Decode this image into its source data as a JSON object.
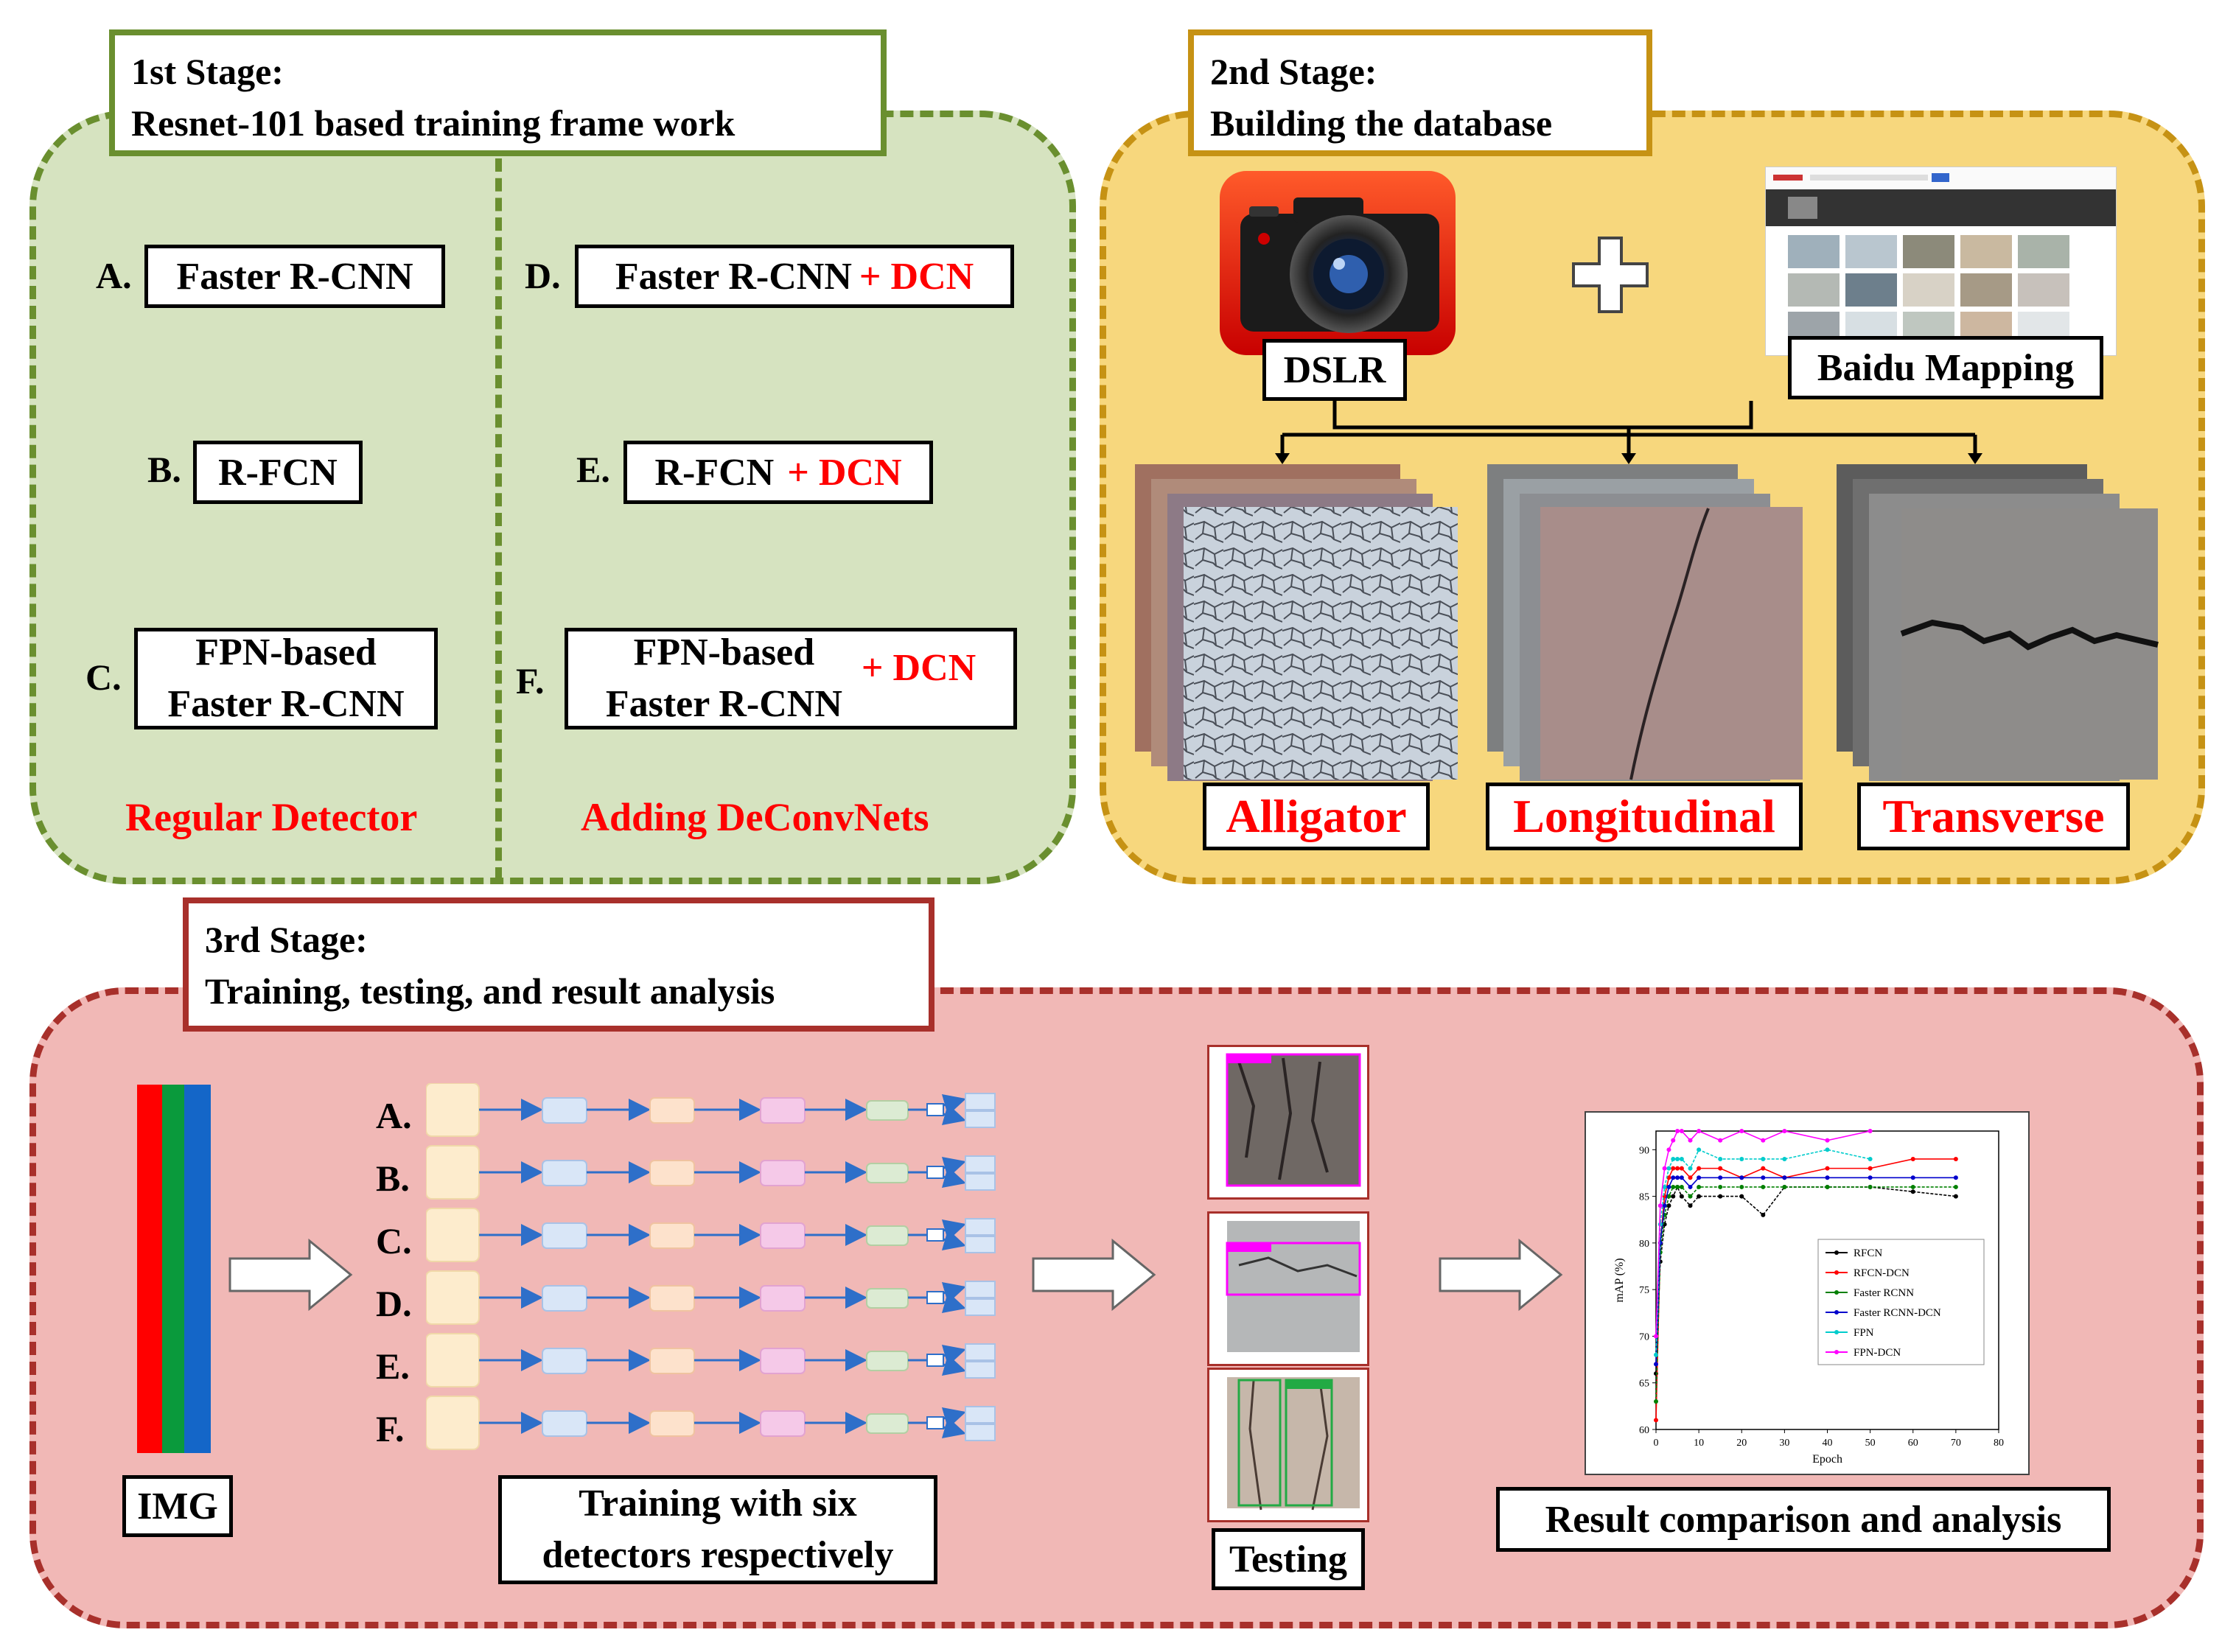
{
  "stage1": {
    "title_line1": "1st Stage:",
    "title_line2": "Resnet-101 based  training frame work",
    "left_caption": "Regular Detector",
    "right_caption": "Adding DeConvNets",
    "detectors": [
      {
        "letter": "A.",
        "name": "Faster R-CNN"
      },
      {
        "letter": "B.",
        "name": "R-FCN"
      },
      {
        "letter": "C.",
        "name_line1": "FPN-based",
        "name_line2": "Faster R-CNN"
      },
      {
        "letter": "D.",
        "name": "Faster R-CNN",
        "suffix": "+ DCN"
      },
      {
        "letter": "E.",
        "name": "R-FCN",
        "suffix": "+ DCN"
      },
      {
        "letter": "F.",
        "name_line1": "FPN-based",
        "name_line2": "Faster R-CNN",
        "suffix": "+ DCN"
      }
    ],
    "border_color": "#6a8f2f",
    "fill_color": "#d6e3c0"
  },
  "stage2": {
    "title_line1": "2nd Stage:",
    "title_line2": "Building the database",
    "plus": "+",
    "source1": "DSLR",
    "source2": "Baidu Mapping",
    "categories": [
      "Alligator",
      "Longitudinal",
      "Transverse"
    ],
    "border_color": "#c69214",
    "fill_color": "#f7d77d",
    "icons": [
      "camera-icon",
      "webpage-screenshot"
    ]
  },
  "stage3": {
    "title_line1": "3rd Stage:",
    "title_line2": "Training, testing, and result analysis",
    "img_label": "IMG",
    "rows": [
      "A.",
      "B.",
      "C.",
      "D.",
      "E.",
      "F."
    ],
    "training_line1": "Training with six",
    "training_line2": "detectors respectively",
    "testing_label": "Testing",
    "result_label": "Result comparison and analysis",
    "border_color": "#a8302b",
    "fill_color": "#f1b8b6"
  },
  "chart_data": {
    "type": "line",
    "xlabel": "Epoch",
    "ylabel": "mAP (%)",
    "xlim": [
      0,
      80
    ],
    "ylim": [
      60,
      92
    ],
    "x_ticks": [
      "0",
      "10",
      "20",
      "30",
      "40",
      "50",
      "60",
      "70",
      "80"
    ],
    "y_ticks": [
      "60",
      "65",
      "70",
      "75",
      "80",
      "85",
      "90"
    ],
    "series": [
      {
        "name": "RFCN",
        "color": "#000000",
        "x": [
          0,
          1,
          2,
          3,
          4,
          5,
          6,
          8,
          10,
          15,
          20,
          25,
          30,
          40,
          50,
          60,
          70
        ],
        "values": [
          66,
          78,
          82,
          84,
          85,
          86,
          85,
          84,
          85,
          85,
          85,
          83,
          86,
          86,
          86,
          85.5,
          85
        ]
      },
      {
        "name": "RFCN-DCN",
        "color": "#ff0000",
        "x": [
          0,
          1,
          2,
          3,
          4,
          5,
          6,
          8,
          10,
          15,
          20,
          25,
          30,
          40,
          50,
          60,
          70
        ],
        "values": [
          61,
          80,
          85,
          87,
          88,
          88,
          88,
          87,
          88,
          88,
          87,
          88,
          87,
          88,
          88,
          89,
          89
        ]
      },
      {
        "name": "Faster RCNN",
        "color": "#008000",
        "x": [
          0,
          1,
          2,
          3,
          4,
          5,
          6,
          8,
          10,
          15,
          20,
          25,
          30,
          40,
          50,
          60,
          70
        ],
        "values": [
          63,
          79,
          83,
          85,
          86,
          86,
          86,
          85,
          86,
          86,
          86,
          86,
          86,
          86,
          86,
          86,
          86
        ]
      },
      {
        "name": "Faster RCNN-DCN",
        "color": "#0000cc",
        "x": [
          0,
          1,
          2,
          3,
          4,
          5,
          6,
          8,
          10,
          15,
          20,
          25,
          30,
          40,
          50,
          60,
          70
        ],
        "values": [
          67,
          80,
          84,
          86,
          87,
          87,
          87,
          86,
          87,
          87,
          87,
          87,
          87,
          87,
          87,
          87,
          87
        ]
      },
      {
        "name": "FPN",
        "color": "#00cccc",
        "x": [
          0,
          1,
          2,
          3,
          4,
          5,
          6,
          8,
          10,
          15,
          20,
          25,
          30,
          40,
          50
        ],
        "values": [
          68,
          82,
          86,
          88,
          89,
          89,
          89,
          88,
          90,
          89,
          89,
          89,
          89,
          90,
          89
        ]
      },
      {
        "name": "FPN-DCN",
        "color": "#ff00ff",
        "x": [
          0,
          1,
          2,
          3,
          4,
          5,
          6,
          8,
          10,
          15,
          20,
          25,
          30,
          40,
          50
        ],
        "values": [
          70,
          84,
          88,
          90,
          91,
          92,
          92,
          91,
          92,
          91,
          92,
          91,
          92,
          91,
          92
        ]
      }
    ],
    "legend": "center-right"
  }
}
